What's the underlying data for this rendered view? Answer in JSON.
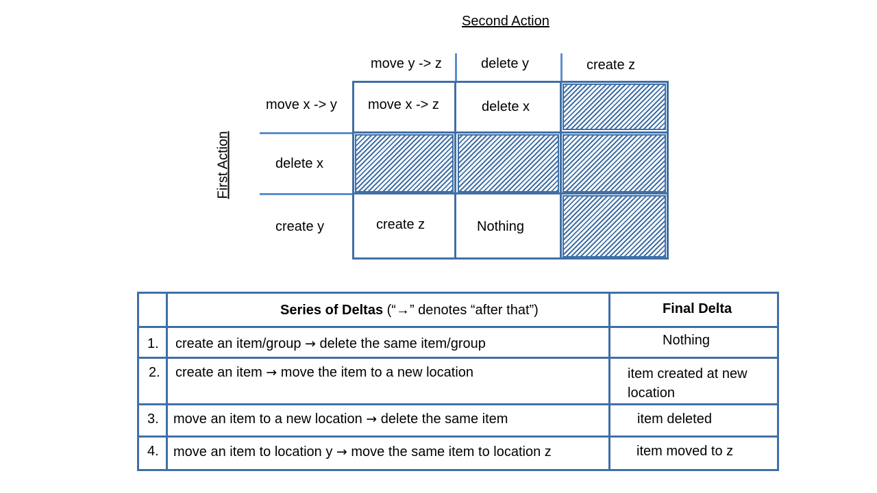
{
  "matrix": {
    "second_action_title": "Second Action",
    "first_action_title": "First Action",
    "col_headers": [
      "move y -> z",
      "delete y",
      "create z"
    ],
    "row_headers": [
      "move x -> y",
      "delete x",
      "create y"
    ],
    "cells": [
      [
        "move x -> z",
        "delete x",
        ""
      ],
      [
        "",
        "",
        ""
      ],
      [
        "create z",
        "Nothing",
        ""
      ]
    ]
  },
  "table": {
    "header_series_bold": "Series of Deltas",
    "header_series_rest": " (“→” denotes “after that”)",
    "header_final": "Final Delta",
    "arrow_glyph": "→",
    "rows": [
      {
        "num": "1.",
        "part1": "create an item/group",
        "part2": "delete the same item/group",
        "final": "Nothing"
      },
      {
        "num": "2.",
        "part1": "create an item",
        "part2": "move the item to a new location",
        "final": "item created at new location"
      },
      {
        "num": "3.",
        "part1": "move an item to a new location",
        "part2": "delete the same item",
        "final": "item deleted"
      },
      {
        "num": "4.",
        "part1": "move an item to location y",
        "part2": "move the same item to location z",
        "final": "item moved to z"
      }
    ]
  },
  "colors": {
    "line_dark": "#3f6fa5",
    "line_light": "#5b8ecb"
  }
}
